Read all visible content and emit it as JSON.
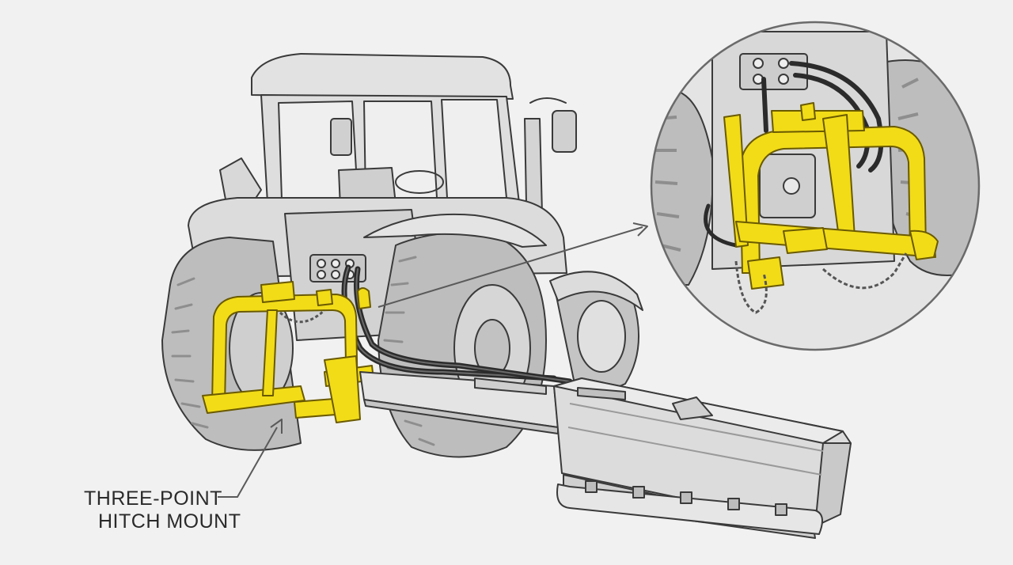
{
  "callout": {
    "line1": "THREE-POINT",
    "line2": "HITCH MOUNT"
  },
  "colors": {
    "background": "#f1f1f1",
    "body": "#dadada",
    "body_light": "#e6e6e6",
    "outline": "#3a3a3a",
    "tire": "#bdbdbd",
    "hitch": "#f2dc18",
    "hitch_outline": "#6a5a00",
    "hose": "#2b2b2b"
  },
  "icons": {
    "tractor": "tractor-illustration",
    "mower": "flail-mower-illustration",
    "detail": "magnified-hitch-detail"
  }
}
